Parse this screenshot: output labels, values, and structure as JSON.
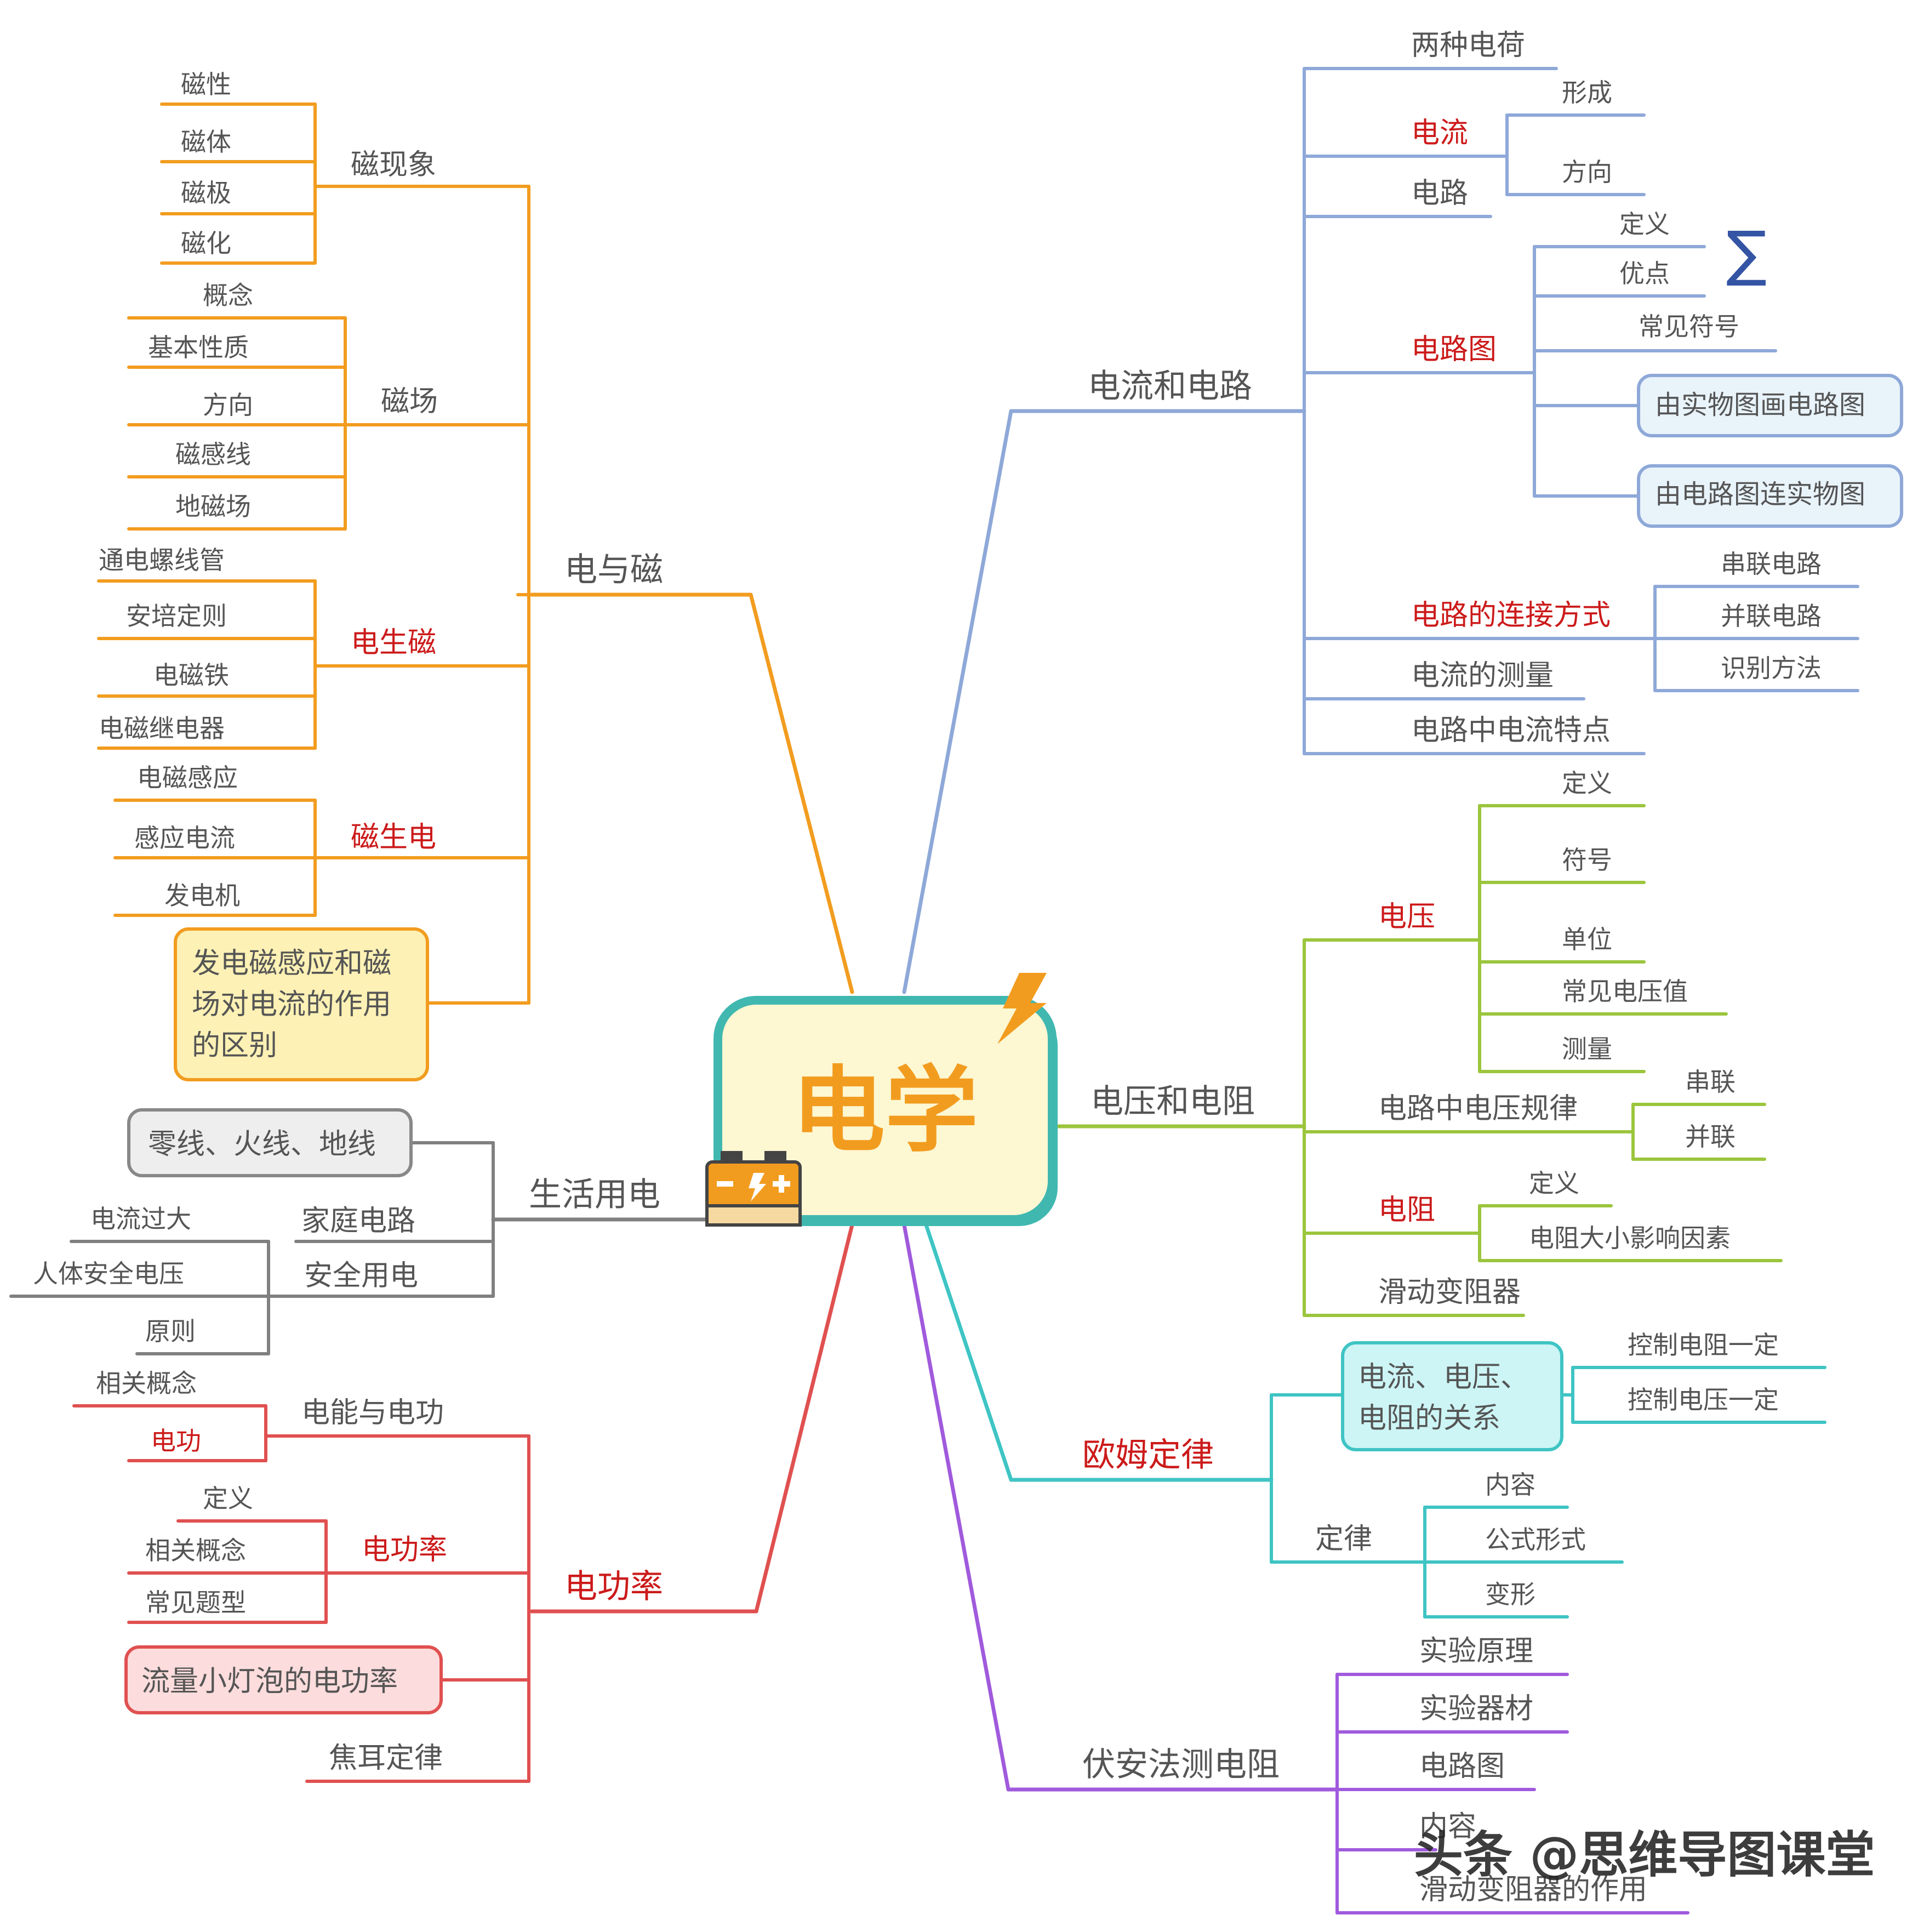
{
  "center": {
    "title": "电学"
  },
  "colors": {
    "orange": "#f29c1f",
    "blue": "#8ea8d8",
    "green": "#9bc53d",
    "cyan": "#3fc4c4",
    "purple": "#a05adc",
    "red": "#e05050",
    "gray": "#808080",
    "text": "#555555",
    "highlight": "#cc1a1a"
  },
  "branches": {
    "em": {
      "label": "电与磁",
      "magnet_phenomena": {
        "label": "磁现象",
        "items": [
          "磁性",
          "磁体",
          "磁极",
          "磁化"
        ]
      },
      "magnetic_field": {
        "label": "磁场",
        "items": [
          "概念",
          "基本性质",
          "方向",
          "磁感线",
          "地磁场"
        ]
      },
      "elec_to_mag": {
        "label": "电生磁",
        "items": [
          "通电螺线管",
          "安培定则",
          "电磁铁",
          "电磁继电器"
        ]
      },
      "mag_to_elec": {
        "label": "磁生电",
        "items": [
          "电磁感应",
          "感应电流",
          "发电机"
        ]
      },
      "note": {
        "lines": [
          "发电磁感应和磁",
          "场对电流的作用",
          "的区别"
        ]
      }
    },
    "life": {
      "label": "生活用电",
      "wires": "零线、火线、地线",
      "home_circuit": "家庭电路",
      "safety": {
        "label": "安全用电",
        "items": [
          "电流过大",
          "人体安全电压",
          "原则"
        ]
      }
    },
    "power": {
      "label": "电功率",
      "energy_work": {
        "label": "电能与电功",
        "items": [
          "相关概念",
          "电功"
        ]
      },
      "elec_power": {
        "label": "电功率",
        "items": [
          "定义",
          "相关概念",
          "常见题型"
        ]
      },
      "lamp": "流量小灯泡的电功率",
      "joule": "焦耳定律"
    },
    "circuit": {
      "label": "电流和电路",
      "charges": "两种电荷",
      "current": {
        "label": "电流",
        "items": [
          "形成",
          "方向"
        ]
      },
      "circuit": "电路",
      "diagram": {
        "label": "电路图",
        "items": [
          "定义",
          "优点",
          "常见符号",
          "由实物图画电路图",
          "由电路图连实物图"
        ]
      },
      "connection": {
        "label": "电路的连接方式",
        "items": [
          "串联电路",
          "并联电路",
          "识别方法"
        ]
      },
      "measure": "电流的测量",
      "features": "电路中电流特点",
      "sigma": "∑"
    },
    "voltage": {
      "label": "电压和电阻",
      "volt": {
        "label": "电压",
        "items": [
          "定义",
          "符号",
          "单位",
          "常见电压值",
          "测量"
        ]
      },
      "rule": {
        "label": "电路中电压规律",
        "items": [
          "串联",
          "并联"
        ]
      },
      "resistance": {
        "label": "电阻",
        "items": [
          "定义",
          "电阻大小影响因素"
        ]
      },
      "rheostat": "滑动变阻器"
    },
    "ohm": {
      "label": "欧姆定律",
      "relation": {
        "lines": [
          "电流、电压、",
          "电阻的关系"
        ],
        "items": [
          "控制电阻一定",
          "控制电压一定"
        ]
      },
      "law": {
        "label": "定律",
        "items": [
          "内容",
          "公式形式",
          "变形"
        ]
      }
    },
    "vam": {
      "label": "伏安法测电阻",
      "items": [
        "实验原理",
        "实验器材",
        "电路图",
        "内容",
        "滑动变阻器的作用"
      ]
    }
  },
  "watermark": "头条 @思维导图课堂"
}
